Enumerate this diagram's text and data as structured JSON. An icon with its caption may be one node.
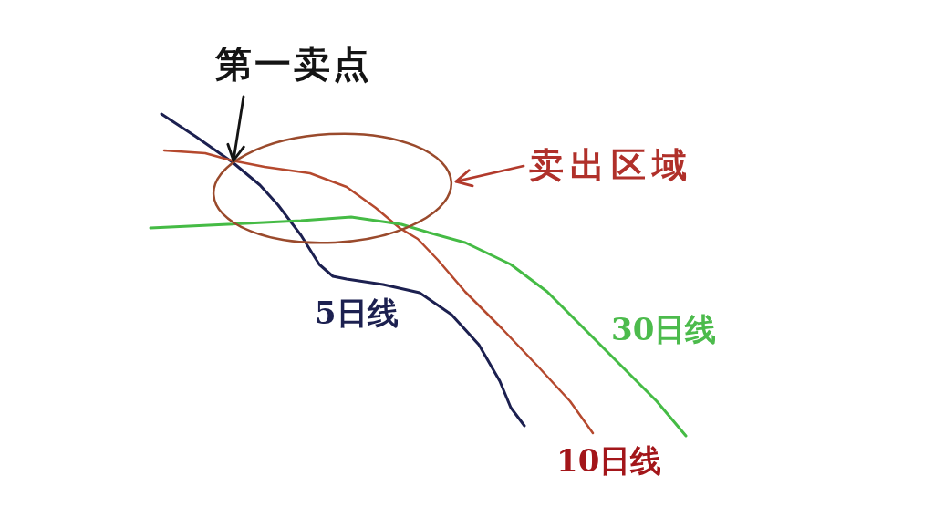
{
  "diagram": {
    "nodes": [
      {
        "text": [
          "第一卖点"
        ]
      },
      {
        "text": [
          "卖出区域"
        ]
      },
      {
        "text": [],
        "shape": "ellipse"
      }
    ],
    "edges": [
      {
        "from": 0,
        "to": 2,
        "arrow": "to"
      },
      {
        "from": 1,
        "to": 2,
        "arrow": "to",
        "color": "#b23a2c"
      }
    ],
    "labels": [
      "5日线",
      "30日线",
      "10日线"
    ]
  }
}
